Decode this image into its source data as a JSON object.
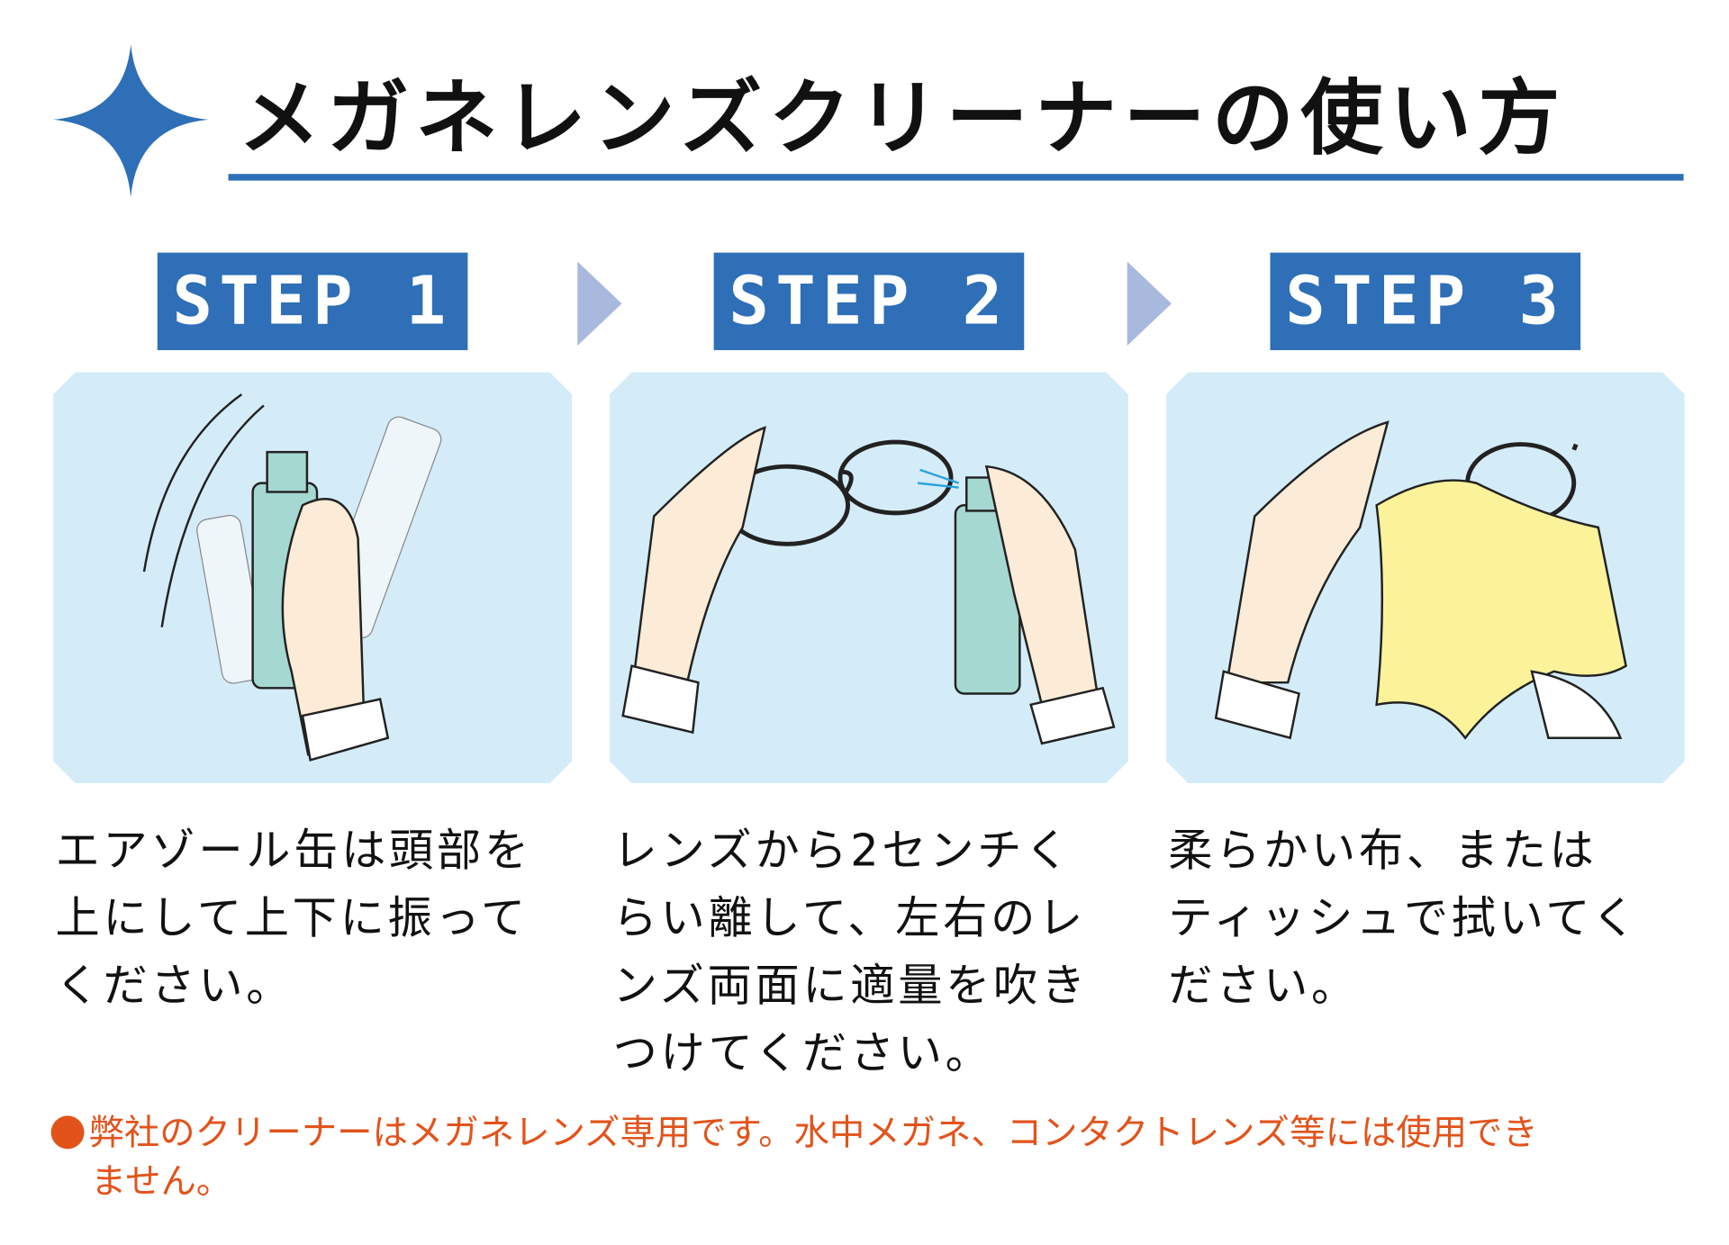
{
  "title": "メガネレンズクリーナーの使い方",
  "colors": {
    "accent": "#2e6fb7",
    "arrow": "#a9b9de",
    "panel": "#d4ecf8",
    "note": "#e2531b"
  },
  "steps": [
    {
      "label": "STEP 1",
      "lines": [
        "エアゾール缶は頭部を",
        "上にして上下に振って",
        "ください。"
      ]
    },
    {
      "label": "STEP 2",
      "lines": [
        "レンズから2センチく",
        "らい離して、左右のレ",
        "ンズ両面に適量を吹き",
        "つけてください。"
      ]
    },
    {
      "label": "STEP 3",
      "lines": [
        "柔らかい布、または",
        "ティッシュで拭いてく",
        "ださい。"
      ]
    }
  ],
  "note": {
    "line1": "弊社のクリーナーはメガネレンズ専用です。水中メガネ、コンタクトレンズ等には使用でき",
    "line2": "ません。"
  }
}
